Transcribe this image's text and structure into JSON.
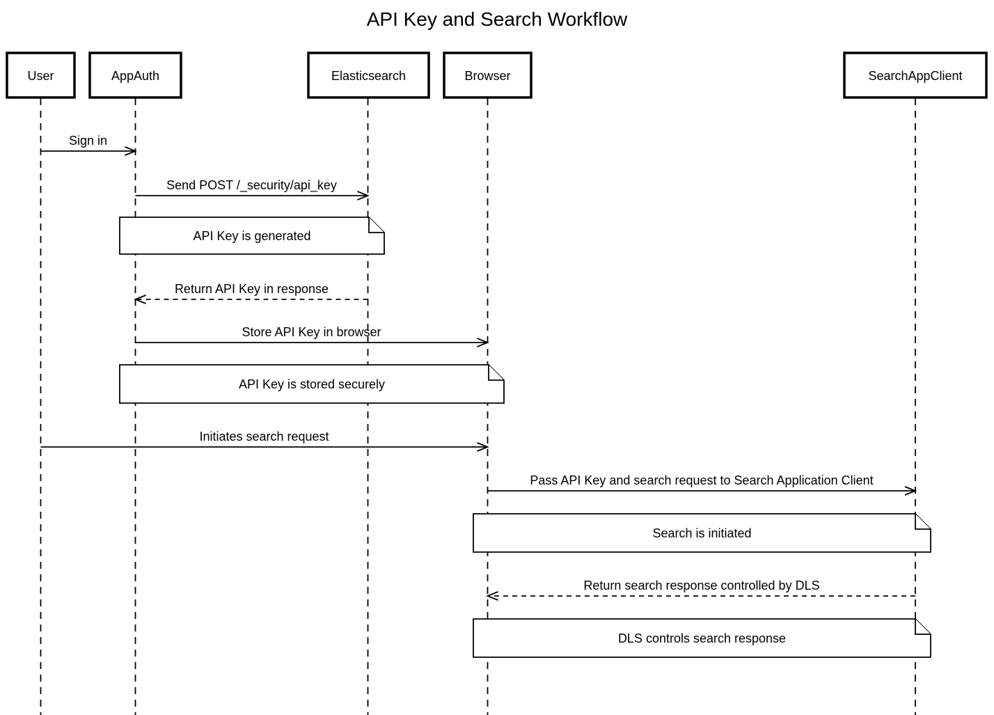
{
  "title": "API Key and Search Workflow",
  "colors": {
    "line": "#000000",
    "background": "#ffffff",
    "text": "#000000",
    "note_fill": "#ffffff"
  },
  "participants": [
    {
      "id": "user",
      "label": "User"
    },
    {
      "id": "appauth",
      "label": "AppAuth"
    },
    {
      "id": "elasticsearch",
      "label": "Elasticsearch"
    },
    {
      "id": "browser",
      "label": "Browser"
    },
    {
      "id": "searchappclient",
      "label": "SearchAppClient"
    }
  ],
  "messages": [
    {
      "from": "User",
      "to": "AppAuth",
      "label": "Sign in",
      "style": "solid"
    },
    {
      "from": "AppAuth",
      "to": "Elasticsearch",
      "label": "Send POST /_security/api_key",
      "style": "solid"
    },
    {
      "from": "Elasticsearch",
      "to": "AppAuth",
      "label": "Return API Key in response",
      "style": "dashed"
    },
    {
      "from": "AppAuth",
      "to": "Browser",
      "label": "Store API Key in browser",
      "style": "solid"
    },
    {
      "from": "User",
      "to": "Browser",
      "label": "Initiates search request",
      "style": "solid"
    },
    {
      "from": "Browser",
      "to": "SearchAppClient",
      "label": "Pass API Key and search request to Search Application Client",
      "style": "solid"
    },
    {
      "from": "SearchAppClient",
      "to": "Browser",
      "label": "Return search response controlled by DLS",
      "style": "dashed"
    }
  ],
  "notes": [
    {
      "label": "API Key is generated",
      "over": "AppAuth, Elasticsearch"
    },
    {
      "label": "API Key is stored securely",
      "over": "AppAuth, Browser"
    },
    {
      "label": "Search is initiated",
      "over": "Browser, SearchAppClient"
    },
    {
      "label": "DLS controls search response",
      "over": "Browser, SearchAppClient"
    }
  ]
}
